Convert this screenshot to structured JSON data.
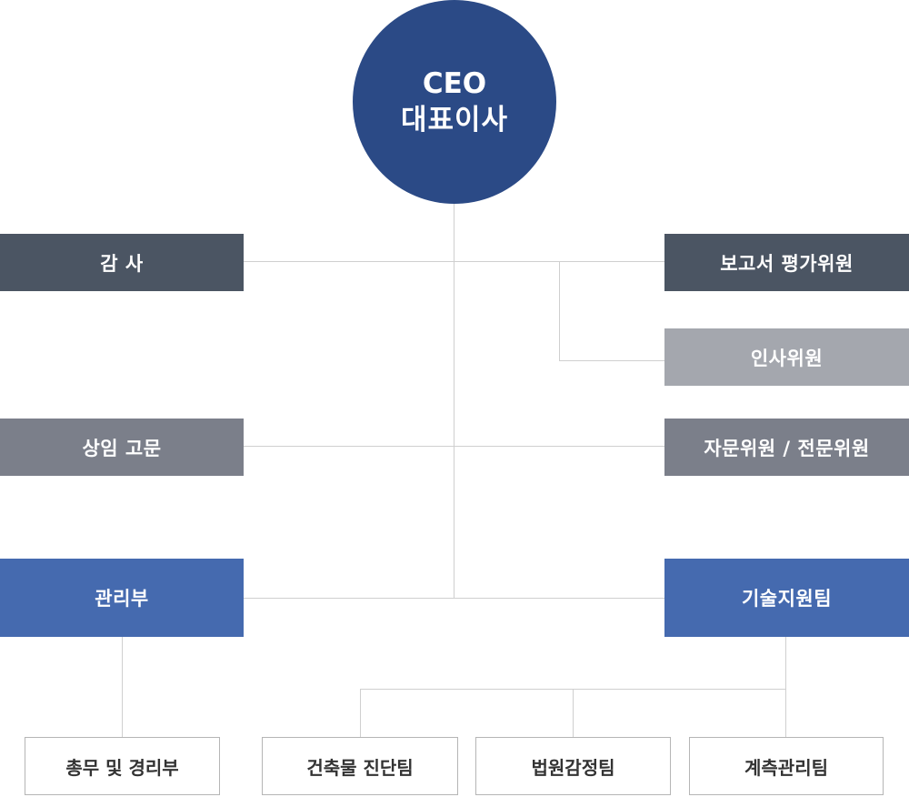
{
  "ceo": {
    "title": "CEO",
    "subtitle": "대표이사"
  },
  "left_units": {
    "audit": "감 사",
    "advisor": "상임 고문",
    "management": "관리부"
  },
  "right_units": {
    "report_committee": "보고서 평가위원",
    "hr_committee": "인사위원",
    "expert_committee": "자문위원 / 전문위원",
    "tech_support": "기술지원팀"
  },
  "teams": {
    "general_affairs": "총무 및 경리부",
    "building_diagnosis": "건축물 진단팀",
    "court_appraisal": "법원감정팀",
    "survey_management": "계측관리팀"
  },
  "colors": {
    "ceo": "#2b4a86",
    "dark": "#4b5563",
    "gray": "#7b7f8a",
    "light": "#a4a7ae",
    "blue": "#456aaf",
    "connector": "#cfcfcf"
  }
}
